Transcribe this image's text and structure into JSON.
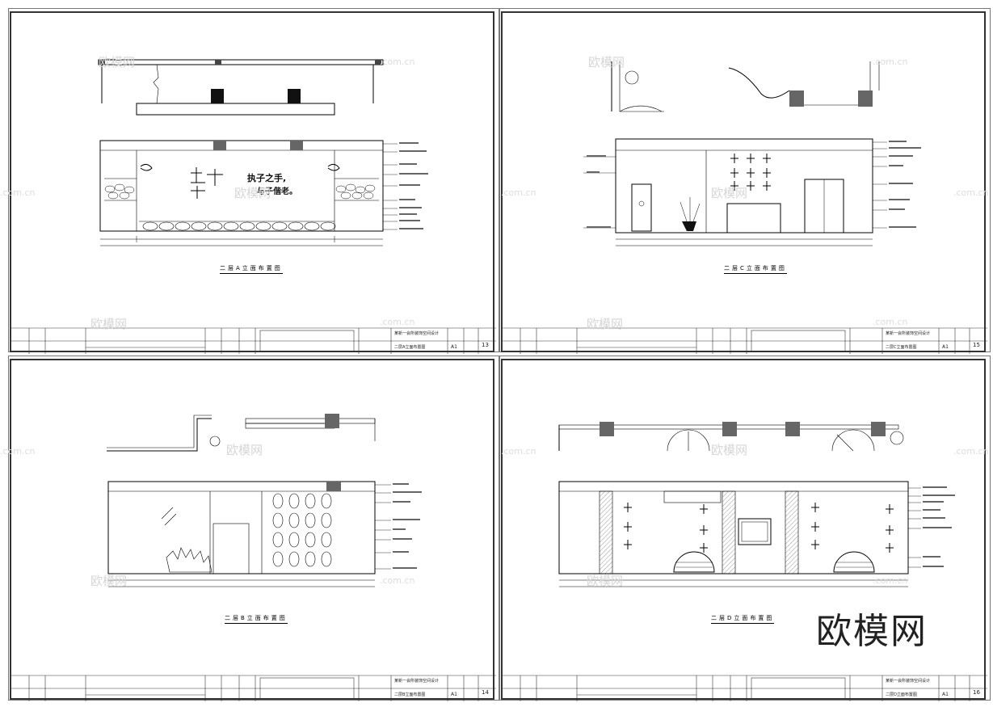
{
  "watermark": {
    "brand": "欧模网",
    "url": ".com.cn"
  },
  "sheets": [
    {
      "id": "A",
      "caption": "二层A立面布置图",
      "slogan_line1": "执子之手,",
      "slogan_line2": "与子偕老。",
      "titleblock": {
        "project": "某新一会所装饰空间设计",
        "drawing": "二层A立面布置图",
        "sheet_code": "A1",
        "sheet_no": "13"
      }
    },
    {
      "id": "C",
      "caption": "二层C立面布置图",
      "titleblock": {
        "project": "某新一会所装饰空间设计",
        "drawing": "二层C立面布置图",
        "sheet_code": "A1",
        "sheet_no": "15"
      }
    },
    {
      "id": "B",
      "caption": "二层B立面布置图",
      "titleblock": {
        "project": "某新一会所装饰空间设计",
        "drawing": "二层B立面布置图",
        "sheet_code": "A1",
        "sheet_no": "14"
      }
    },
    {
      "id": "D",
      "caption": "二层D立面布置图",
      "titleblock": {
        "project": "某新一会所装饰空间设计",
        "drawing": "二层D立面布置图",
        "sheet_code": "A1",
        "sheet_no": "16"
      }
    }
  ]
}
